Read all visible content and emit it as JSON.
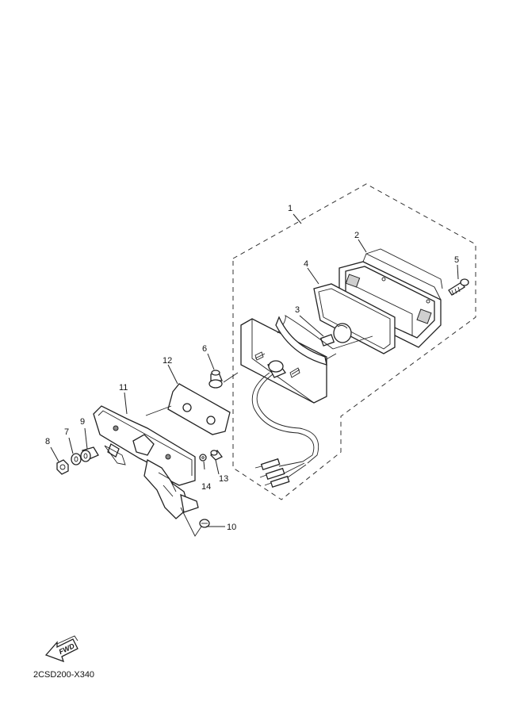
{
  "diagram": {
    "code": "2CSD200-X340",
    "fwd_label": "FWD",
    "callouts": [
      {
        "id": "c1",
        "text": "1"
      },
      {
        "id": "c2",
        "text": "2"
      },
      {
        "id": "c3",
        "text": "3"
      },
      {
        "id": "c4",
        "text": "4"
      },
      {
        "id": "c5",
        "text": "5"
      },
      {
        "id": "c6",
        "text": "6"
      },
      {
        "id": "c7",
        "text": "7"
      },
      {
        "id": "c8",
        "text": "8"
      },
      {
        "id": "c9",
        "text": "9"
      },
      {
        "id": "c10",
        "text": "10"
      },
      {
        "id": "c11",
        "text": "11"
      },
      {
        "id": "c12",
        "text": "12"
      },
      {
        "id": "c13",
        "text": "13"
      },
      {
        "id": "c14",
        "text": "14"
      }
    ]
  }
}
